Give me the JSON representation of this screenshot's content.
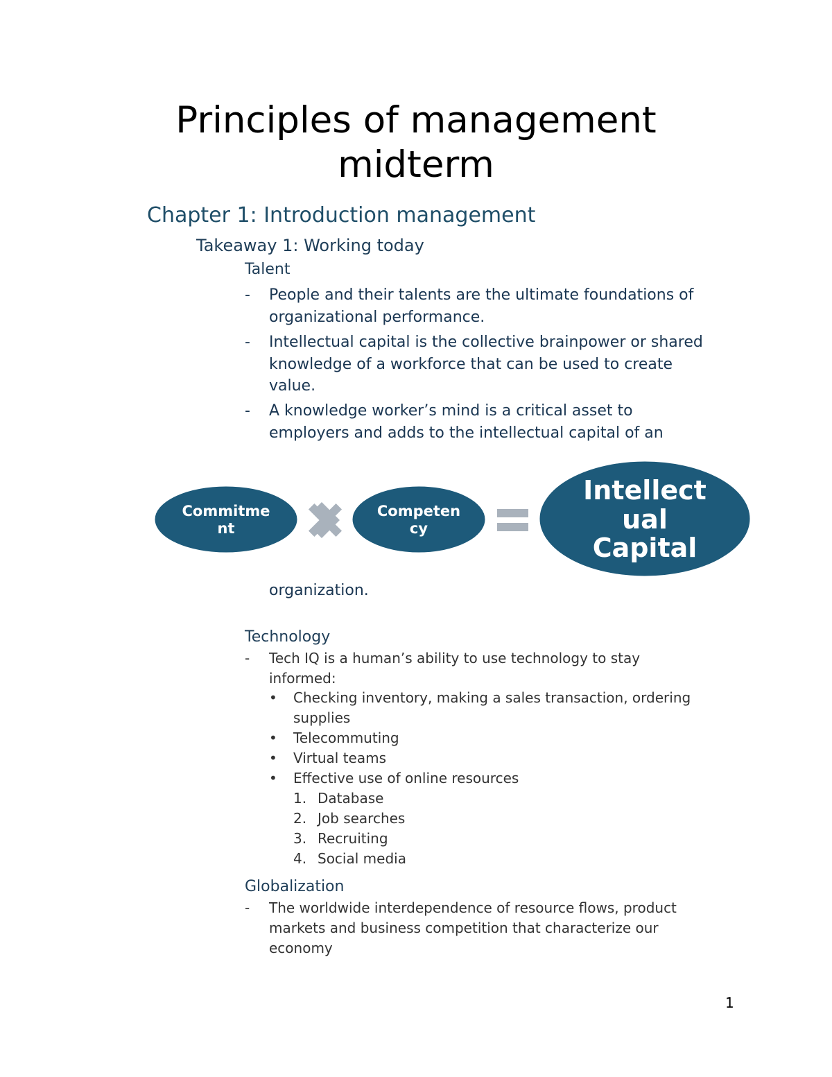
{
  "title_line1": "Principles of management",
  "title_line2": "midterm",
  "chapter_heading": "Chapter 1: Introduction management",
  "takeaway_heading": "Takeaway 1: Working today",
  "talent": {
    "heading": "Talent",
    "dash": "-",
    "items": [
      [
        "People and their talents are the ultimate foundations of",
        "organizational performance."
      ],
      [
        "Intellectual capital is the collective brainpower or shared",
        "knowledge of a workforce that can be used to create",
        "value."
      ],
      [
        "A knowledge worker’s mind is a critical asset to",
        "employers and adds to the intellectual capital of an"
      ]
    ],
    "continuation": "organization."
  },
  "diagram": {
    "oval1": [
      "Commitme",
      "nt"
    ],
    "oval2": [
      "Competen",
      "cy"
    ],
    "result": [
      "Intellect",
      "ual",
      "Capital"
    ],
    "colors": {
      "oval_fill": "#1d5a7a",
      "oval_stroke": "#ffffff",
      "operator": "#a9b2bc"
    },
    "icons": {
      "times": "multiply-icon",
      "equals": "equals-icon"
    }
  },
  "technology": {
    "heading": "Technology",
    "dash": "-",
    "intro": [
      "Tech IQ is a human’s ability to use technology to stay",
      "informed:"
    ],
    "bullet_char": "•",
    "bullets": [
      [
        "Checking inventory, making a sales transaction, ordering",
        "supplies"
      ],
      [
        "Telecommuting"
      ],
      [
        "Virtual teams"
      ],
      [
        "Effective use of online resources"
      ]
    ],
    "numbered": [
      {
        "n": "1.",
        "text": "Database"
      },
      {
        "n": "2.",
        "text": "Job searches"
      },
      {
        "n": "3.",
        "text": "Recruiting"
      },
      {
        "n": "4.",
        "text": "Social media"
      }
    ]
  },
  "globalization": {
    "heading": "Globalization",
    "dash": "-",
    "lines": [
      "The worldwide interdependence of resource flows, product",
      "markets and business competition that characterize our",
      "economy"
    ]
  },
  "page_number": "1"
}
